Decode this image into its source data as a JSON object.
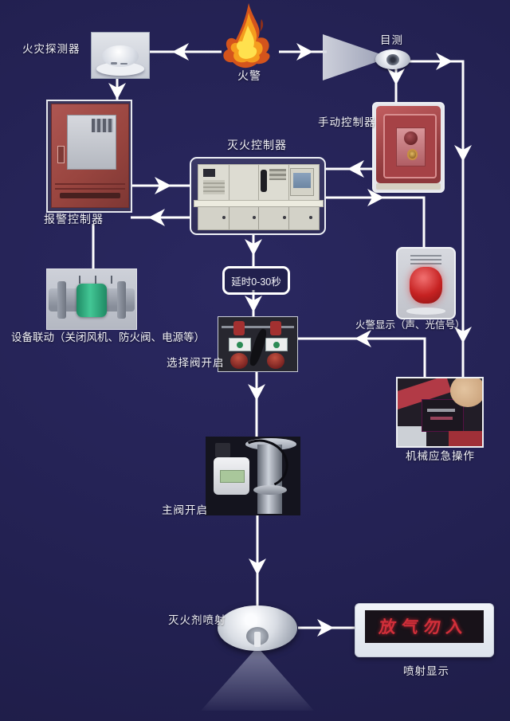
{
  "colors": {
    "background": "#232152",
    "line": "#ffffff",
    "label_text": "#f2f2f7",
    "sign_led_red": "#d22f3a",
    "sounder_red": "#c62222",
    "cabinet_red": "#99453f"
  },
  "nodes": {
    "fire_detector": {
      "label": "火灾探测器"
    },
    "fire": {
      "label": "火警"
    },
    "visual_check": {
      "label": "目测"
    },
    "manual_controller": {
      "label": "手动控制器"
    },
    "extinguish_controller": {
      "label": "灭火控制器"
    },
    "alarm_controller": {
      "label": "报警控制器"
    },
    "delay": {
      "label": "延时0-30秒"
    },
    "equipment_linkage": {
      "label": "设备联动（关闭风机、防火阀、电源等）"
    },
    "selection_valve": {
      "label": "选择阀开启"
    },
    "fire_alarm_display": {
      "label": "火警显示（声、光信号）"
    },
    "mechanical_emergency": {
      "label": "机械应急操作"
    },
    "main_valve": {
      "label": "主阀开启"
    },
    "agent_discharge": {
      "label": "灭火剂喷射"
    },
    "discharge_sign": {
      "text": "放气勿入"
    },
    "discharge_display": {
      "label": "喷射显示"
    }
  }
}
